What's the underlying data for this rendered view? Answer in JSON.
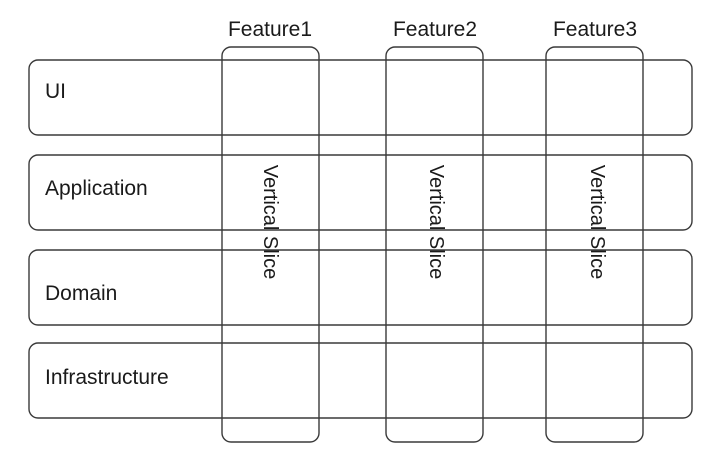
{
  "features": [
    {
      "label": "Feature1"
    },
    {
      "label": "Feature2"
    },
    {
      "label": "Feature3"
    }
  ],
  "layers": [
    {
      "label": "UI"
    },
    {
      "label": "Application"
    },
    {
      "label": "Domain"
    },
    {
      "label": "Infrastructure"
    }
  ],
  "slices": [
    {
      "label": "Vertical Slice"
    },
    {
      "label": "Vertical Slice"
    },
    {
      "label": "Vertical Slice"
    }
  ]
}
